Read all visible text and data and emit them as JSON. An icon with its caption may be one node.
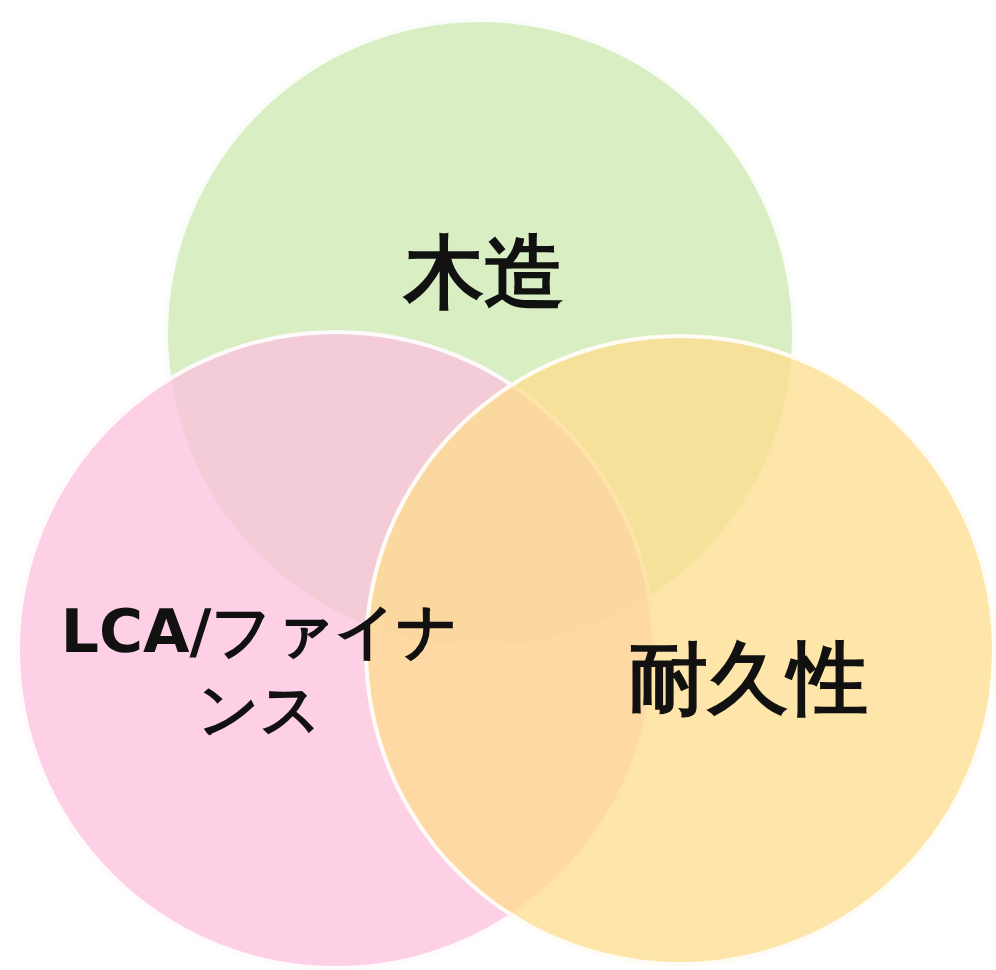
{
  "diagram": {
    "nodes": [
      {
        "text": [
          "木造"
        ]
      },
      {
        "text": [
          "LCA/ファイナンス"
        ]
      },
      {
        "text": [
          "耐久性"
        ]
      }
    ]
  }
}
